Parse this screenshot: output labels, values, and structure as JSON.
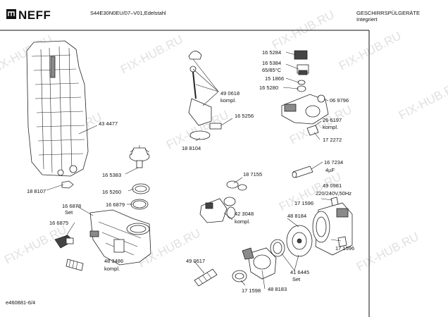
{
  "header": {
    "brand": "NEFF",
    "model": "S44E30N0EU/07–V01,Edelstahl",
    "category_line1": "GESCHIRRSPÜLGERÄTE",
    "category_line2": "Integriert"
  },
  "footer": {
    "doc_id": "e460881-6/4"
  },
  "watermark": "FIX-HUB.RU",
  "labels": {
    "l434477": "43 4477",
    "l188107": "18 8107",
    "l165383": "16 5383",
    "l165260": "16 5260",
    "l166879": "16 6879",
    "l166878": "16 6878",
    "l166878b": "Set",
    "l166875": "16 6875",
    "l483486": "48 3486",
    "l483486b": "kompl.",
    "l490618": "49 0618",
    "l490618b": "kompl.",
    "l165256": "16 5256",
    "l188104": "18 8104",
    "l187155": "18 7155",
    "l423048": "42 3048",
    "l423048b": "kompl.",
    "l490617": "49 0617",
    "l171598": "17 1598",
    "l488183": "48 8183",
    "l416445": "41 6445",
    "l416445b": "Set",
    "l488184": "48 8184",
    "l171596a": "17 1596",
    "l171596b": "17 1596",
    "l490981": "49 0981",
    "l490981b": "220/240V,50Hz",
    "l167234": "16 7234",
    "l167234b": "4µF",
    "l165284": "16 5284",
    "l165384": "16 5384",
    "l165384b": "65/85°C",
    "l151866": "15 1866",
    "l165280": "16 5280",
    "l069796": "06 9796",
    "l266197": "26 6197",
    "l266197b": "kompl.",
    "l172272": "17 2272"
  }
}
